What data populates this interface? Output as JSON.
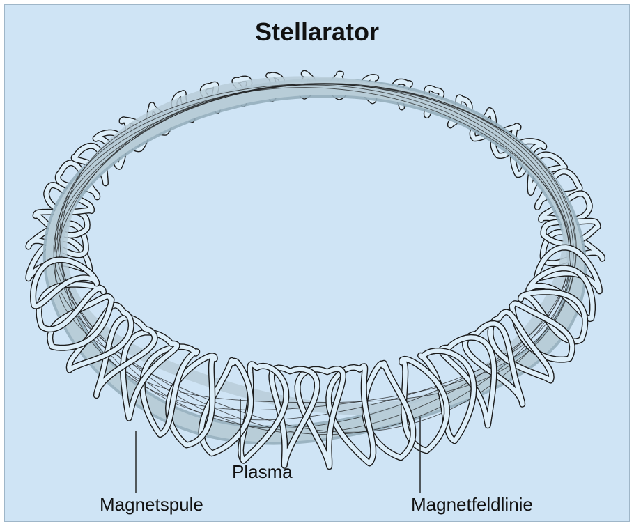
{
  "title": "Stellarator",
  "labels": {
    "plasma": "Plasma",
    "coil": "Magnetspule",
    "field_line": "Magnetfeldlinie"
  },
  "colors": {
    "background": "#cfe4f5",
    "coil_fill": "#ddeef9",
    "plasma_fill": "#b8cdd8",
    "plasma_shade": "#95aebd",
    "outline": "#1b1b1b"
  }
}
